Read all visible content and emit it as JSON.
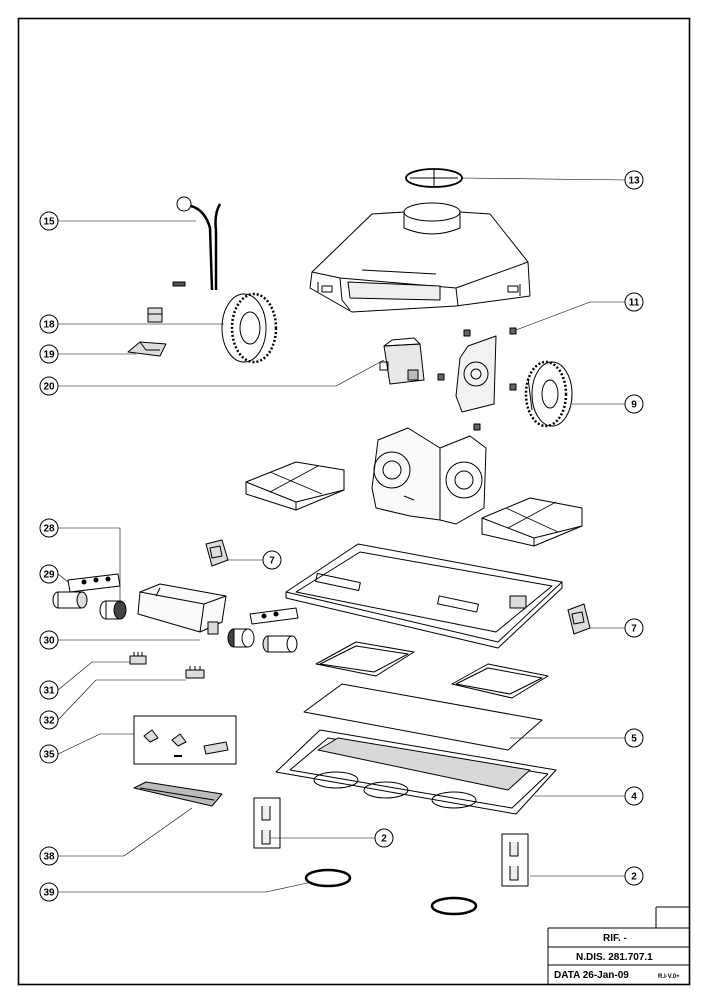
{
  "callouts": {
    "c13": "13",
    "c15": "15",
    "c11": "11",
    "c18": "18",
    "c19": "19",
    "c20": "20",
    "c9": "9",
    "c28": "28",
    "c7a": "7",
    "c29": "29",
    "c7b": "7",
    "c30": "30",
    "c31": "31",
    "c32": "32",
    "c5": "5",
    "c35": "35",
    "c4": "4",
    "c2a": "2",
    "c38": "38",
    "c2b": "2",
    "c39": "39"
  },
  "title_block": {
    "rif": "RIF.  -",
    "ndis": "N.DIS.  281.707.1",
    "data": "DATA  26-Jan-09",
    "rev": "R.I-V.0+"
  }
}
